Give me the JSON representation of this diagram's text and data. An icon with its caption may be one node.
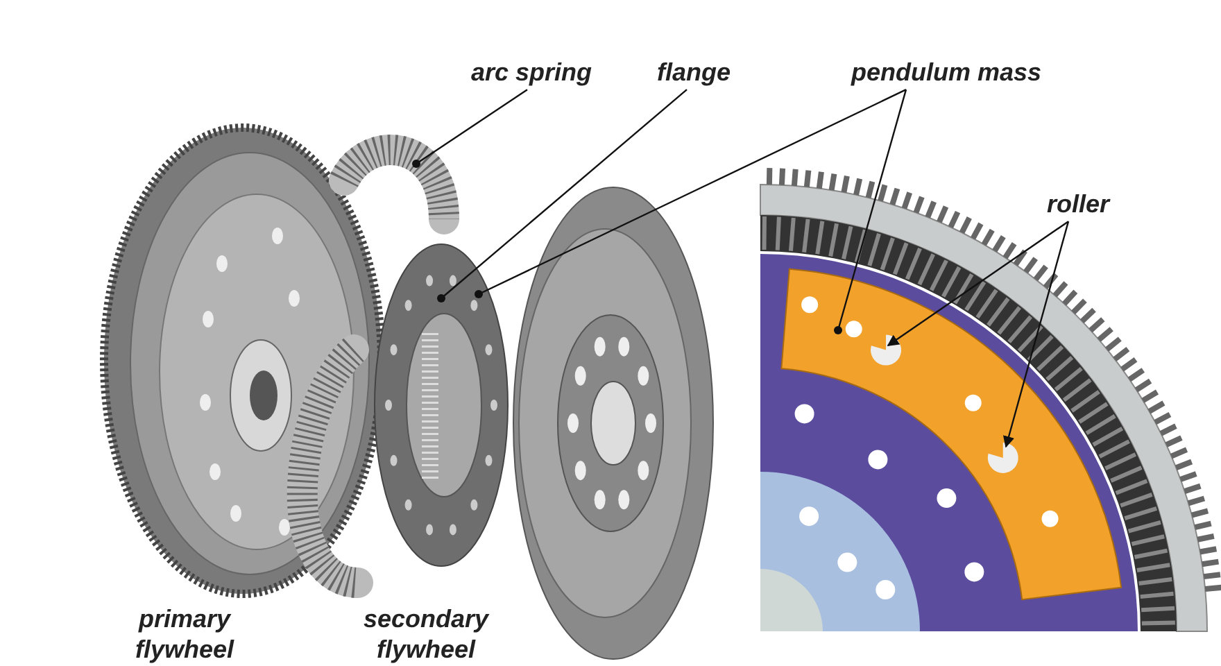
{
  "diagram": {
    "nodes": [
      {
        "text": [
          "arc spring"
        ]
      },
      {
        "text": [
          "flange"
        ]
      },
      {
        "text": [
          "pendulum mass"
        ]
      },
      {
        "text": [
          "roller"
        ]
      },
      {
        "text": [
          "primary flywheel"
        ]
      },
      {
        "text": [
          "secondary flywheel"
        ]
      },
      {
        "text": [],
        "shape": "picture"
      },
      {
        "text": [],
        "shape": "picture"
      },
      {
        "text": [],
        "shape": "picture"
      },
      {
        "text": [],
        "shape": "picture",
        "in": 8
      },
      {
        "text": [],
        "shape": "picture",
        "in": 8
      }
    ],
    "edges": [
      {
        "from": 0,
        "to": 6,
        "arrow": "other"
      },
      {
        "from": 1,
        "to": 7,
        "arrow": "other"
      },
      {
        "from": 2,
        "to": 7,
        "arrow": "other"
      },
      {
        "from": 2,
        "to": 8,
        "arrow": "other"
      },
      {
        "from": 3,
        "to": 9,
        "arrow": "to"
      },
      {
        "from": 3,
        "to": 10,
        "arrow": "to"
      }
    ]
  }
}
